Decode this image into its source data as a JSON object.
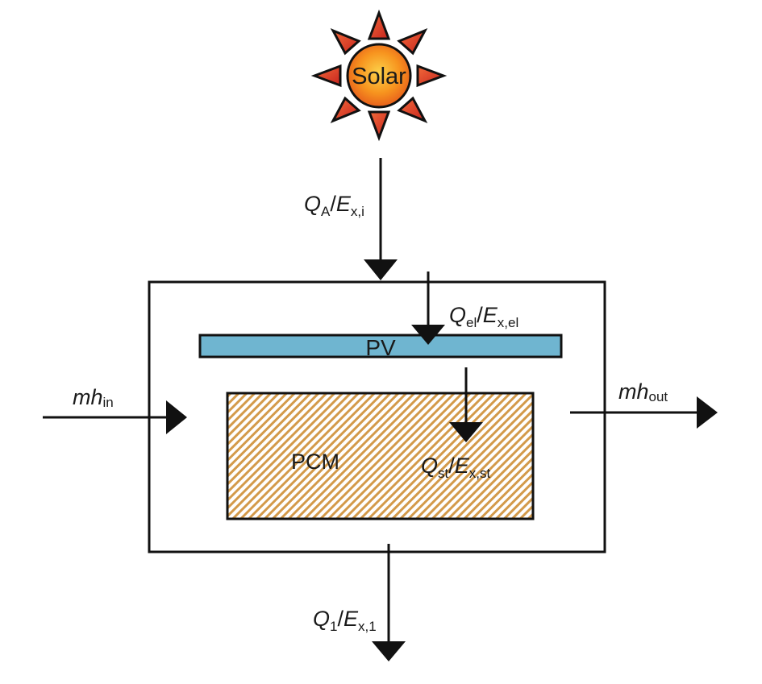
{
  "title": "PV-PCM system energy and exergy balance",
  "colors": {
    "pv_fill": "#6fb5d0",
    "pcm_hatch": "#d39a4a",
    "sun_core": "#f7931e",
    "sun_ray": "#e0452a",
    "line": "#111111"
  },
  "sun": {
    "label": "Solar",
    "icon": "sun-icon"
  },
  "components": {
    "pv": "PV",
    "pcm": "PCM"
  },
  "flows": {
    "solar_in": {
      "q": "Q",
      "q_sub": "A",
      "sep": "/",
      "e": "E",
      "e_sub": "x,i"
    },
    "electric": {
      "q": "Q",
      "q_sub": "el",
      "sep": "/",
      "e": "E",
      "e_sub": "x,el"
    },
    "storage": {
      "q": "Q",
      "q_sub": "st",
      "sep": "/",
      "e": "E",
      "e_sub": "x,st"
    },
    "loss": {
      "q": "Q",
      "q_sub": "1",
      "sep": "/",
      "e": "E",
      "e_sub": "x,1"
    },
    "mass_in": {
      "main": "mh",
      "sub": "in"
    },
    "mass_out": {
      "main": "mh",
      "sub": "out"
    }
  }
}
